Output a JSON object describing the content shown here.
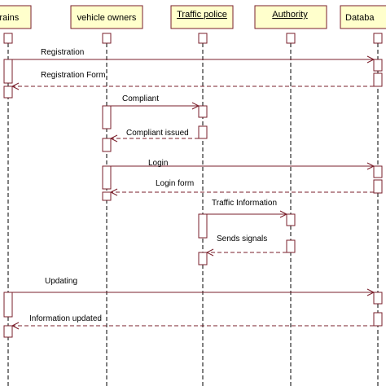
{
  "lifelines": [
    {
      "id": "pedestrains",
      "label": "estrains",
      "underline": false
    },
    {
      "id": "vehicle-owners",
      "label": "vehicle owners",
      "underline": false
    },
    {
      "id": "traffic-police",
      "label": "Traffic police",
      "underline": true
    },
    {
      "id": "authority",
      "label": "Authority",
      "underline": true
    },
    {
      "id": "database",
      "label": "Databa",
      "underline": false
    }
  ],
  "messages": [
    {
      "label": "Registration",
      "from": "pedestrains",
      "to": "database",
      "kind": "call"
    },
    {
      "label": "Registration Form",
      "from": "database",
      "to": "pedestrains",
      "kind": "reply"
    },
    {
      "label": "Compliant",
      "from": "vehicle-owners",
      "to": "traffic-police",
      "kind": "call"
    },
    {
      "label": "Compliant issued",
      "from": "traffic-police",
      "to": "vehicle-owners",
      "kind": "reply"
    },
    {
      "label": "Login",
      "from": "vehicle-owners",
      "to": "database",
      "kind": "call"
    },
    {
      "label": "Login form",
      "from": "database",
      "to": "vehicle-owners",
      "kind": "reply"
    },
    {
      "label": "Traffic Information",
      "from": "traffic-police",
      "to": "authority",
      "kind": "call"
    },
    {
      "label": "Sends signals",
      "from": "authority",
      "to": "traffic-police",
      "kind": "reply"
    },
    {
      "label": "Updating",
      "from": "pedestrains",
      "to": "database",
      "kind": "call"
    },
    {
      "label": "Information updated",
      "from": "database",
      "to": "pedestrains",
      "kind": "reply"
    }
  ],
  "colors": {
    "box_fill": "#ffffcc",
    "border": "#7a1f2b",
    "line": "#000000"
  }
}
